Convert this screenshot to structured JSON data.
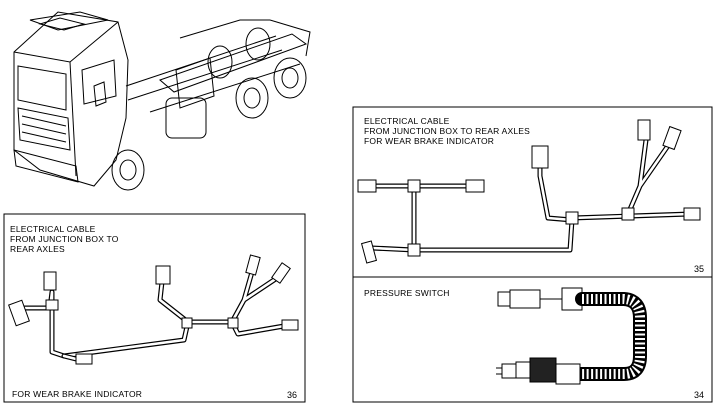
{
  "panels": {
    "truck": {},
    "cable_36": {
      "caption_lines": [
        "ELECTRICAL CABLE",
        "FROM JUNCTION BOX TO",
        "REAR AXLES"
      ],
      "footer": "FOR WEAR BRAKE INDICATOR",
      "number": "36"
    },
    "cable_35": {
      "caption_lines": [
        "ELECTRICAL CABLE",
        "FROM JUNCTION BOX TO REAR AXLES",
        "FOR WEAR BRAKE INDICATOR"
      ],
      "number": "35"
    },
    "switch_34": {
      "caption": "PRESSURE SWITCH",
      "number": "34"
    }
  }
}
